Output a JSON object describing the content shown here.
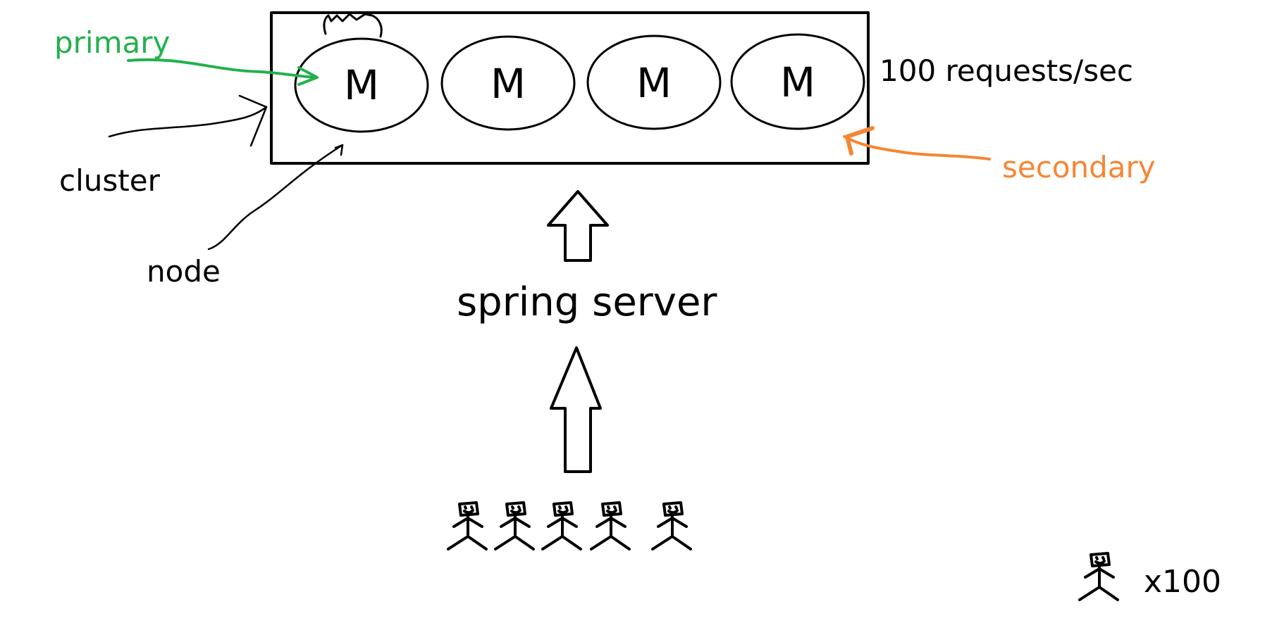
{
  "labels": {
    "primary": "primary",
    "cluster": "cluster",
    "node": "node",
    "rate": "100 requests/sec",
    "secondary": "secondary",
    "server": "spring server",
    "user_count": "x100"
  },
  "nodes": [
    "M",
    "M",
    "M",
    "M"
  ],
  "colors": {
    "ink": "#000000",
    "primary": "#22b14c",
    "secondary": "#f58634",
    "background": "#ffffff"
  }
}
